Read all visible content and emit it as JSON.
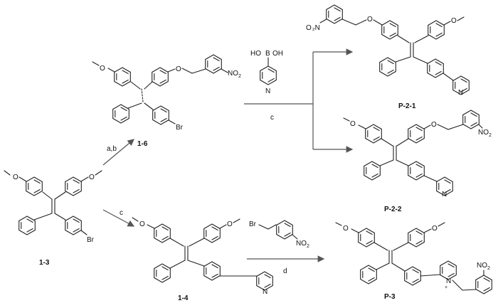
{
  "compounds": {
    "c13": "1-3",
    "c16": "1-6",
    "c14": "1-4",
    "p21": "P-2-1",
    "p22": "P-2-2",
    "p3": "P-3"
  },
  "conditions": {
    "ab": "a,b",
    "c1": "c",
    "c2": "c",
    "d": "d"
  },
  "reagents": {
    "boronic_oh_left": "HO",
    "boronic_b": "B",
    "boronic_oh_right": "OH",
    "benzyl_br": "Br"
  },
  "atoms": {
    "o": "O",
    "n": "N",
    "br": "Br",
    "no2": "NO",
    "no2_sub": "2",
    "plus": "+"
  }
}
